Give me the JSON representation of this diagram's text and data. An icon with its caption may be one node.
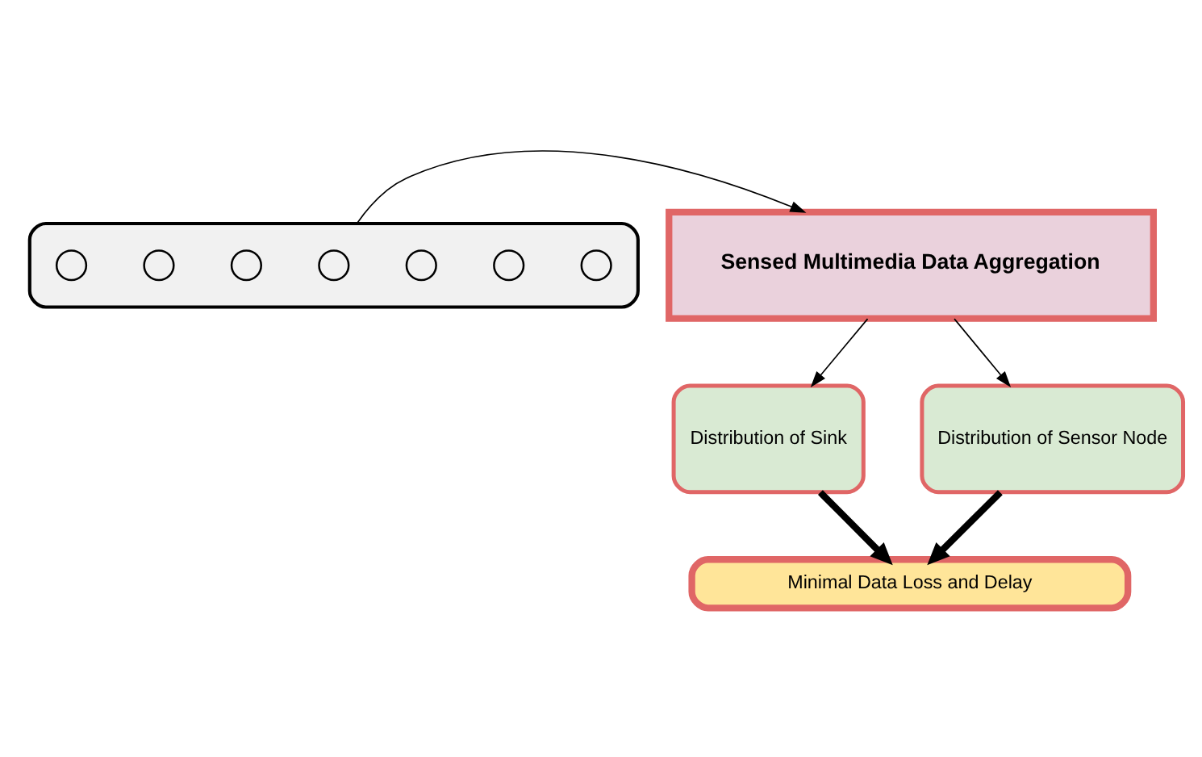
{
  "diagram": {
    "nodes": [
      {
        "text": [],
        "shape": "box"
      },
      {
        "text": [],
        "shape": "circle",
        "in": 0
      },
      {
        "text": [],
        "shape": "circle",
        "in": 0
      },
      {
        "text": [],
        "shape": "circle",
        "in": 0
      },
      {
        "text": [],
        "shape": "circle",
        "in": 0
      },
      {
        "text": [],
        "shape": "circle",
        "in": 0
      },
      {
        "text": [],
        "shape": "circle",
        "in": 0
      },
      {
        "text": [],
        "shape": "circle",
        "in": 0
      },
      {
        "text": [
          "Sensed Multimedia Data Aggregation"
        ]
      },
      {
        "text": [
          "Distribution of Sink"
        ]
      },
      {
        "text": [
          "Distribution of Sensor Node"
        ]
      },
      {
        "text": [
          "Minimal Data Loss and Delay"
        ]
      }
    ],
    "edges": [
      {
        "from": 0,
        "to": 8,
        "arrow": "to"
      },
      {
        "from": 8,
        "to": 9,
        "arrow": "to"
      },
      {
        "from": 8,
        "to": 10,
        "arrow": "to"
      },
      {
        "from": 9,
        "to": 11,
        "arrow": "to",
        "style": "thick"
      },
      {
        "from": 10,
        "to": 11,
        "arrow": "to",
        "style": "thick"
      }
    ]
  }
}
